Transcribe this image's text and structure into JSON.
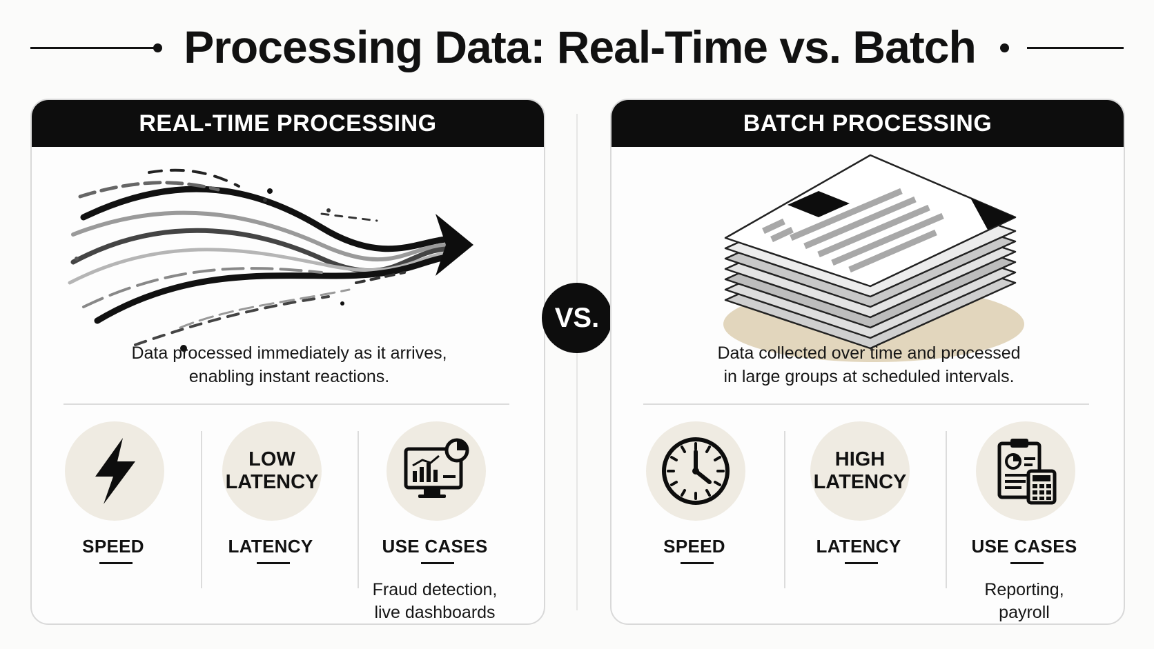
{
  "title": "Processing Data: Real-Time vs. Batch",
  "vs_label": "VS.",
  "left": {
    "header": "REAL-TIME PROCESSING",
    "description_line1": "Data processed immediately as it arrives,",
    "description_line2": "enabling instant reactions.",
    "hero_icon": "flow-arrow-icon",
    "features": [
      {
        "icon": "lightning-bolt-icon",
        "circle_line1": "",
        "circle_line2": "",
        "label": "SPEED",
        "detail_line1": "",
        "detail_line2": ""
      },
      {
        "icon": "",
        "circle_line1": "LOW",
        "circle_line2": "LATENCY",
        "label": "LATENCY",
        "detail_line1": "",
        "detail_line2": ""
      },
      {
        "icon": "dashboard-monitor-icon",
        "circle_line1": "",
        "circle_line2": "",
        "label": "USE CASES",
        "detail_line1": "Fraud detection,",
        "detail_line2": "live dashboards"
      }
    ]
  },
  "right": {
    "header": "BATCH PROCESSING",
    "description_line1": "Data collected over time and processed",
    "description_line2": "in large groups at scheduled intervals.",
    "hero_icon": "document-stack-icon",
    "features": [
      {
        "icon": "clock-icon",
        "circle_line1": "",
        "circle_line2": "",
        "label": "SPEED",
        "detail_line1": "",
        "detail_line2": ""
      },
      {
        "icon": "",
        "circle_line1": "HIGH",
        "circle_line2": "LATENCY",
        "label": "LATENCY",
        "detail_line1": "",
        "detail_line2": ""
      },
      {
        "icon": "report-calculator-icon",
        "circle_line1": "",
        "circle_line2": "",
        "label": "USE CASES",
        "detail_line1": "Reporting,",
        "detail_line2": "payroll"
      }
    ]
  },
  "colors": {
    "ink": "#0d0d0d",
    "circle_fill": "#efebe2",
    "stack_shadow": "#e2d6bd",
    "gray": "#8a8a8a"
  }
}
